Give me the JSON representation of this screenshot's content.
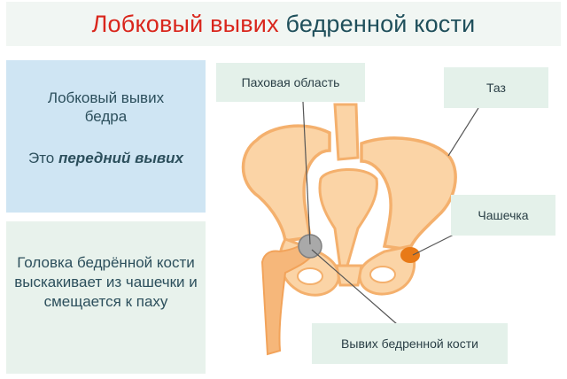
{
  "header": {
    "title_part1": "Лобковый вывих",
    "title_part2": "бедренной кости"
  },
  "info_box": {
    "line1": "Лобковый вывих",
    "line2": "бедра",
    "line3_prefix": "Это ",
    "line3_emphasis": "передний вывих"
  },
  "description_box": {
    "text": "Головка бедрённой кости выскакивает из чашечки и смещается к паху"
  },
  "labels": {
    "groin": "Паховая область",
    "pelvis": "Таз",
    "socket": "Чашечка",
    "dislocation": "Вывих бедренной кости"
  },
  "colors": {
    "title_red": "#d9261c",
    "title_dark": "#1f4f5b",
    "bone_fill": "#fbd4a6",
    "bone_dark": "#f4b06d",
    "femur": "#f6b77a",
    "femur_head": "#a9a9a9",
    "socket": "#e87a17"
  }
}
